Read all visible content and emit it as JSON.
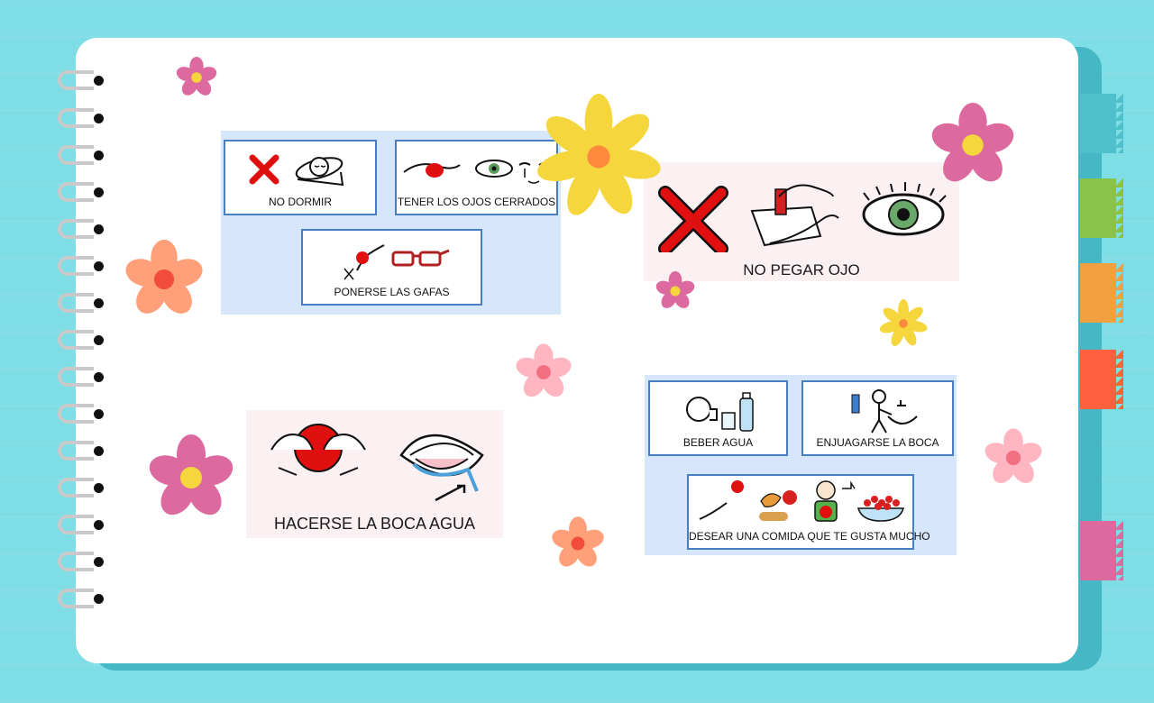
{
  "colors": {
    "background": "#7fdde6",
    "paper": "#ffffff",
    "card_border": "#4a7ec2",
    "card_group_bg": "#d6e6fb",
    "tabs": [
      "#4fc1cc",
      "#8bc34a",
      "#f0a040",
      "#ff6040",
      "#dd6a9e"
    ]
  },
  "group1": {
    "cards": [
      {
        "label": "NO DORMIR",
        "icons": [
          "cross-icon",
          "sleeping-person-icon"
        ]
      },
      {
        "label": "TENER LOS OJOS CERRADOS",
        "icons": [
          "hand-holding-ball-icon",
          "eye-icon",
          "eyelid-closing-icon"
        ]
      },
      {
        "label": "PONERSE LAS GAFAS",
        "icons": [
          "hand-placing-icon",
          "glasses-icon"
        ]
      }
    ]
  },
  "no_pegar_ojo": {
    "label": "NO PEGAR OJO",
    "icons": [
      "cross-icon",
      "gluing-hands-icon",
      "eye-icon"
    ]
  },
  "hacerse_boca_agua": {
    "label": "HACERSE LA BOCA AGUA",
    "icons": [
      "hands-ball-icon",
      "drooling-mouth-icon"
    ]
  },
  "group2": {
    "cards": [
      {
        "label": "BEBER AGUA",
        "icons": [
          "drinking-head-icon",
          "water-bottle-icon"
        ]
      },
      {
        "label": "ENJUAGARSE LA BOCA",
        "icons": [
          "person-at-sink-icon"
        ]
      },
      {
        "label": "DESEAR UNA COMIDA QUE TE GUSTA MUCHO",
        "icons": [
          "hand-icon",
          "food-icon",
          "child-icon",
          "thumbs-up-icon",
          "bowl-icon"
        ]
      }
    ]
  }
}
